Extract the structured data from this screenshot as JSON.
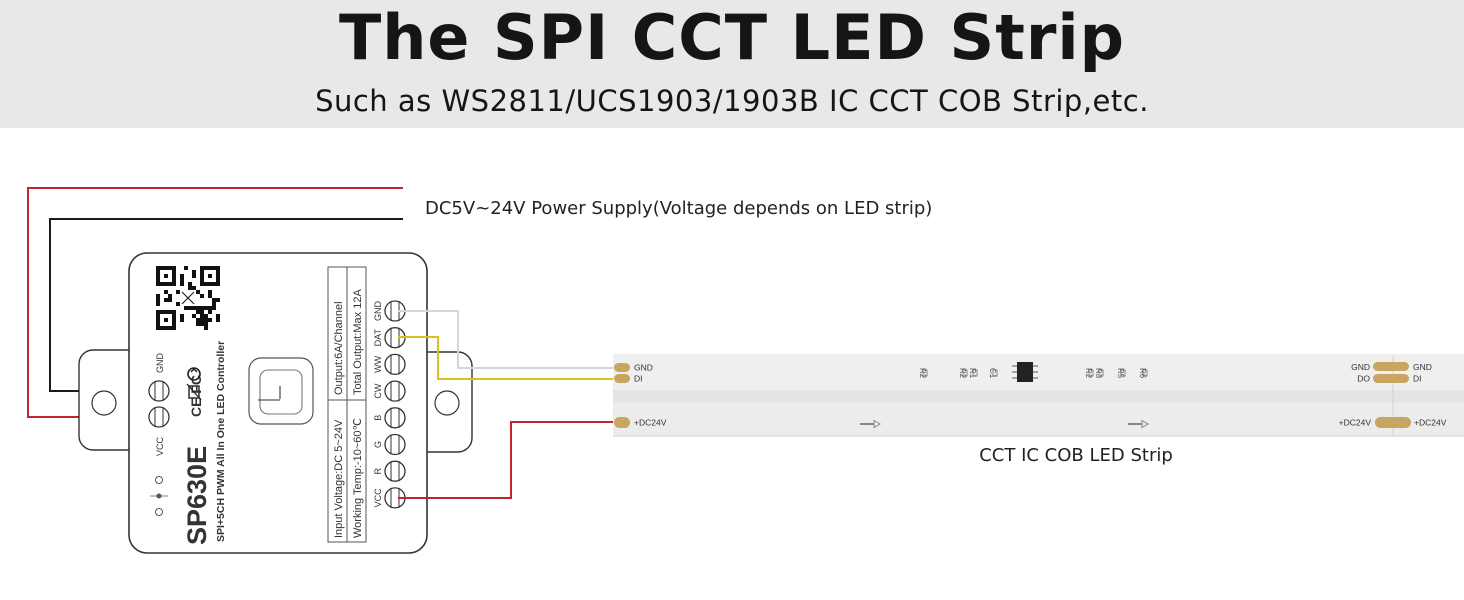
{
  "header": {
    "title": "The SPI CCT LED Strip",
    "subtitle": "Such as WS2811/UCS1903/1903B IC CCT COB Strip,etc."
  },
  "power": {
    "label": "DC5V~24V Power Supply(Voltage depends on LED strip)"
  },
  "controller": {
    "model": "SP630E",
    "description": "SPI+5CH PWM All In One LED Controller",
    "certifications": "CE FC",
    "power_terminals": [
      "GND",
      "VCC"
    ],
    "output_terminals": [
      "GND",
      "DAT",
      "WW",
      "CW",
      "B",
      "G",
      "R",
      "VCC"
    ],
    "specs": {
      "input_voltage": "Input Voltage:DC 5~24V",
      "working_temp": "Working Temp:-10~60℃",
      "output_channel": "Output:6A/Channel",
      "total_output": "Total Output:Max 12A"
    }
  },
  "strip": {
    "caption": "CCT IC COB LED Strip",
    "left_pads": [
      "GND",
      "DI",
      "+DC24V"
    ],
    "right_pads_outer": [
      "GND",
      "DO",
      "+DC24V"
    ],
    "right_pads_inner": [
      "GND",
      "DI",
      "+DC24V"
    ],
    "components": [
      "R2",
      "R2",
      "R1",
      "C1",
      "R2",
      "R3",
      "R5",
      "R6"
    ]
  },
  "colors": {
    "red_wire": "#c0262b",
    "black_wire": "#1a1a1a",
    "yellow_wire": "#d9c21e",
    "white_wire": "#d6d6d6",
    "strip_body": "#efefef",
    "pad_gold": "#c8a560"
  }
}
